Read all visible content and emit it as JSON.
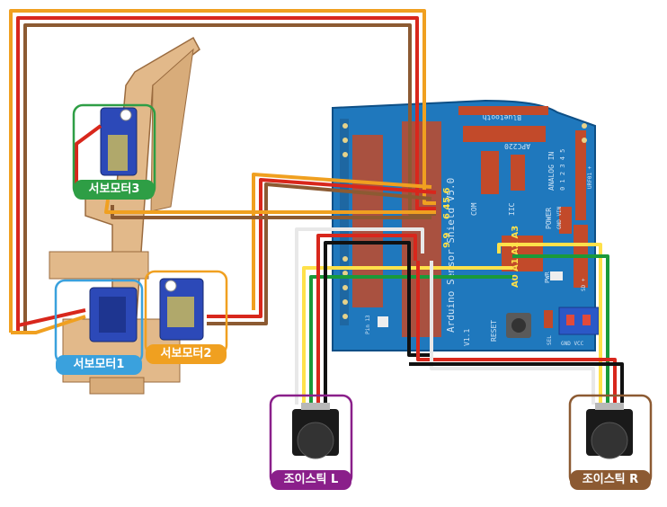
{
  "labels": {
    "servo3": "서보모터3",
    "servo1": "서보모터1",
    "servo2": "서보모터2",
    "joystick_l": "조이스틱 L",
    "joystick_r": "조이스틱 R"
  },
  "board": {
    "name": "Arduino Sensor Shield V5.0",
    "version": "V1.1",
    "bluetooth": "Bluetooth",
    "apc220": "APC220",
    "analog_in": "ANALOG IN",
    "analog_nums": "0 1 2 3 4 5",
    "power": "POWER",
    "power_pins": "GND VIN",
    "urf": "URF01 +",
    "com": "COM",
    "iic": "IIC",
    "reset": "RESET",
    "pwr": "PWR",
    "sel": "SEL",
    "gnd_vcc": "GND  VCC",
    "pin13": "Pin 13",
    "sd": "SD +",
    "pin_a": "A0 A1 A2 A3",
    "pin_d1": "5 6",
    "pin_d2": "6 4",
    "pin_d3": "9 9"
  },
  "colors": {
    "servo3": "#2e9e45",
    "servo1": "#3aa1dd",
    "servo2": "#f0a020",
    "joystick_l": "#8a1f8a",
    "joystick_r": "#8c5a32",
    "board": "#1f78bd"
  }
}
